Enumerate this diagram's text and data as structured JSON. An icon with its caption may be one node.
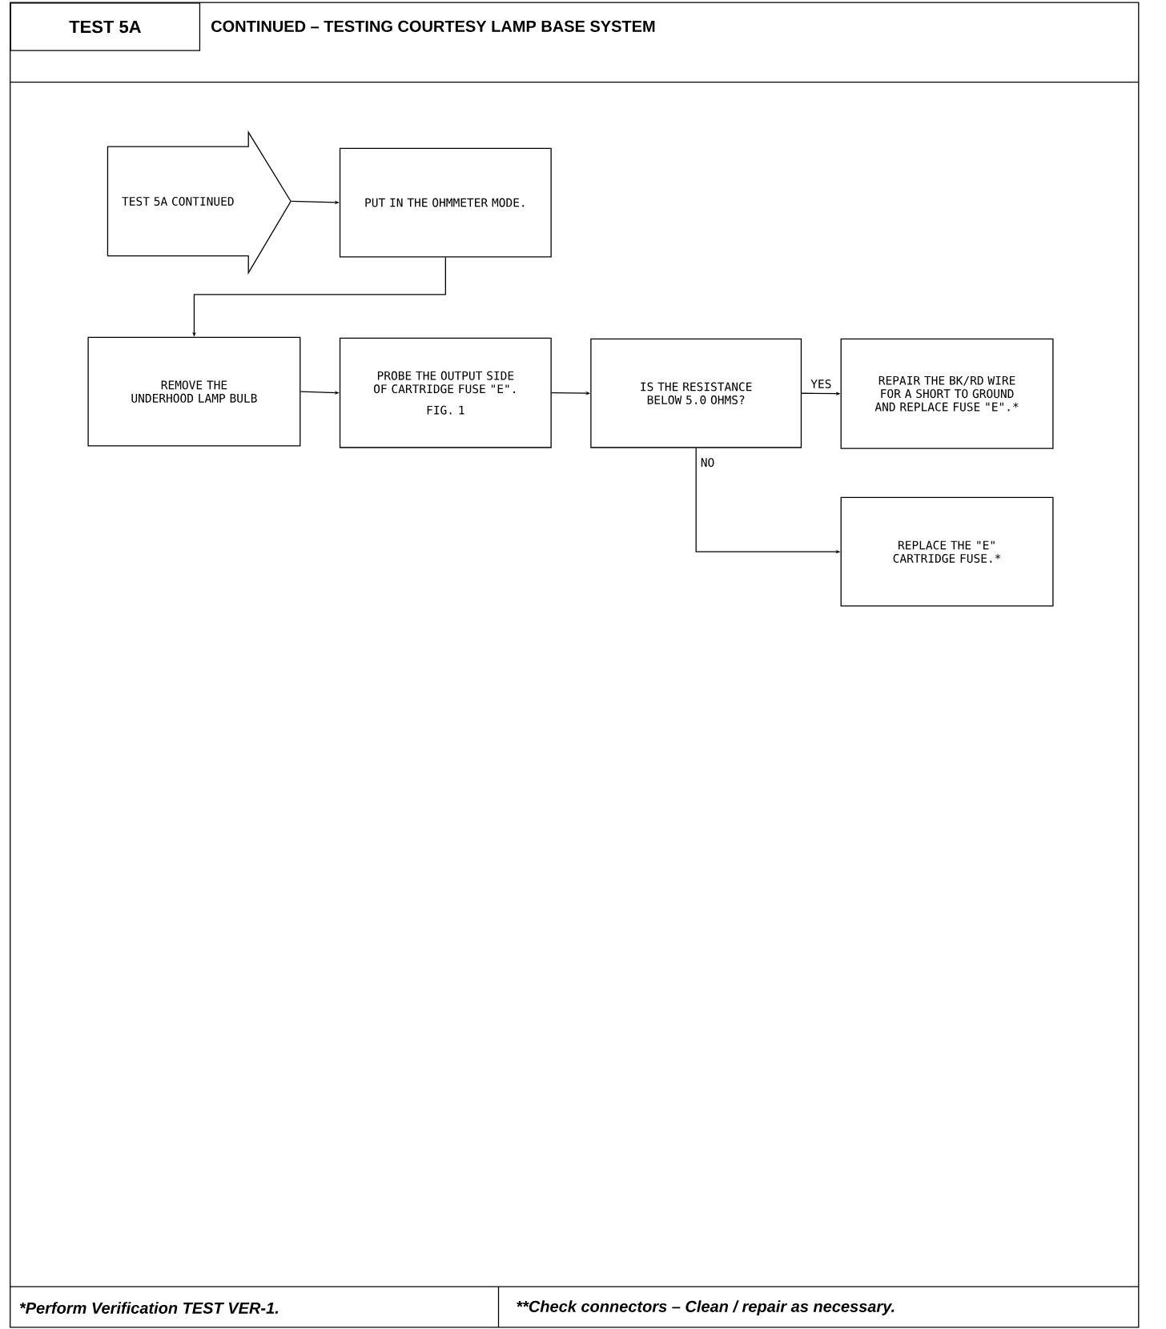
{
  "diagram": {
    "title": "CONTINUED – TESTING COURTESY LAMP BASE SYSTEM",
    "nodes": [
      {
        "text": [
          "TEST 5A CONTINUED"
        ]
      },
      {
        "text": [
          "PUT IN THE OHMMETER MODE."
        ]
      },
      {
        "text": [
          "REMOVE THE UNDERHOOD LAMP BULB"
        ]
      },
      {
        "text": [
          "PROBE THE OUTPUT SIDE OF CARTRIDGE FUSE \"E\".",
          "FIG. 1"
        ]
      },
      {
        "text": [
          "IS THE RESISTANCE BELOW 5.0 OHMS?"
        ]
      },
      {
        "text": [
          "REPAIR THE BK/RD WIRE FOR A SHORT TO GROUND AND REPLACE FUSE \"E\".*"
        ]
      },
      {
        "text": [
          "REPLACE THE \"E\" CARTRIDGE FUSE.*"
        ]
      }
    ],
    "edges": [
      {
        "from": 0,
        "to": 1,
        "arrow": "to"
      },
      {
        "from": 1,
        "to": 2,
        "arrow": "to"
      },
      {
        "from": 2,
        "to": 3,
        "arrow": "to"
      },
      {
        "from": 3,
        "to": 4,
        "arrow": "to"
      },
      {
        "from": 4,
        "to": 5,
        "arrow": "to",
        "label": "YES"
      },
      {
        "from": 4,
        "to": 6,
        "arrow": "to",
        "label": "NO"
      }
    ],
    "labels": [
      "TEST 5A",
      "*Perform Verification TEST VER-1.",
      "**Check connectors – Clean / repair as necessary."
    ]
  }
}
